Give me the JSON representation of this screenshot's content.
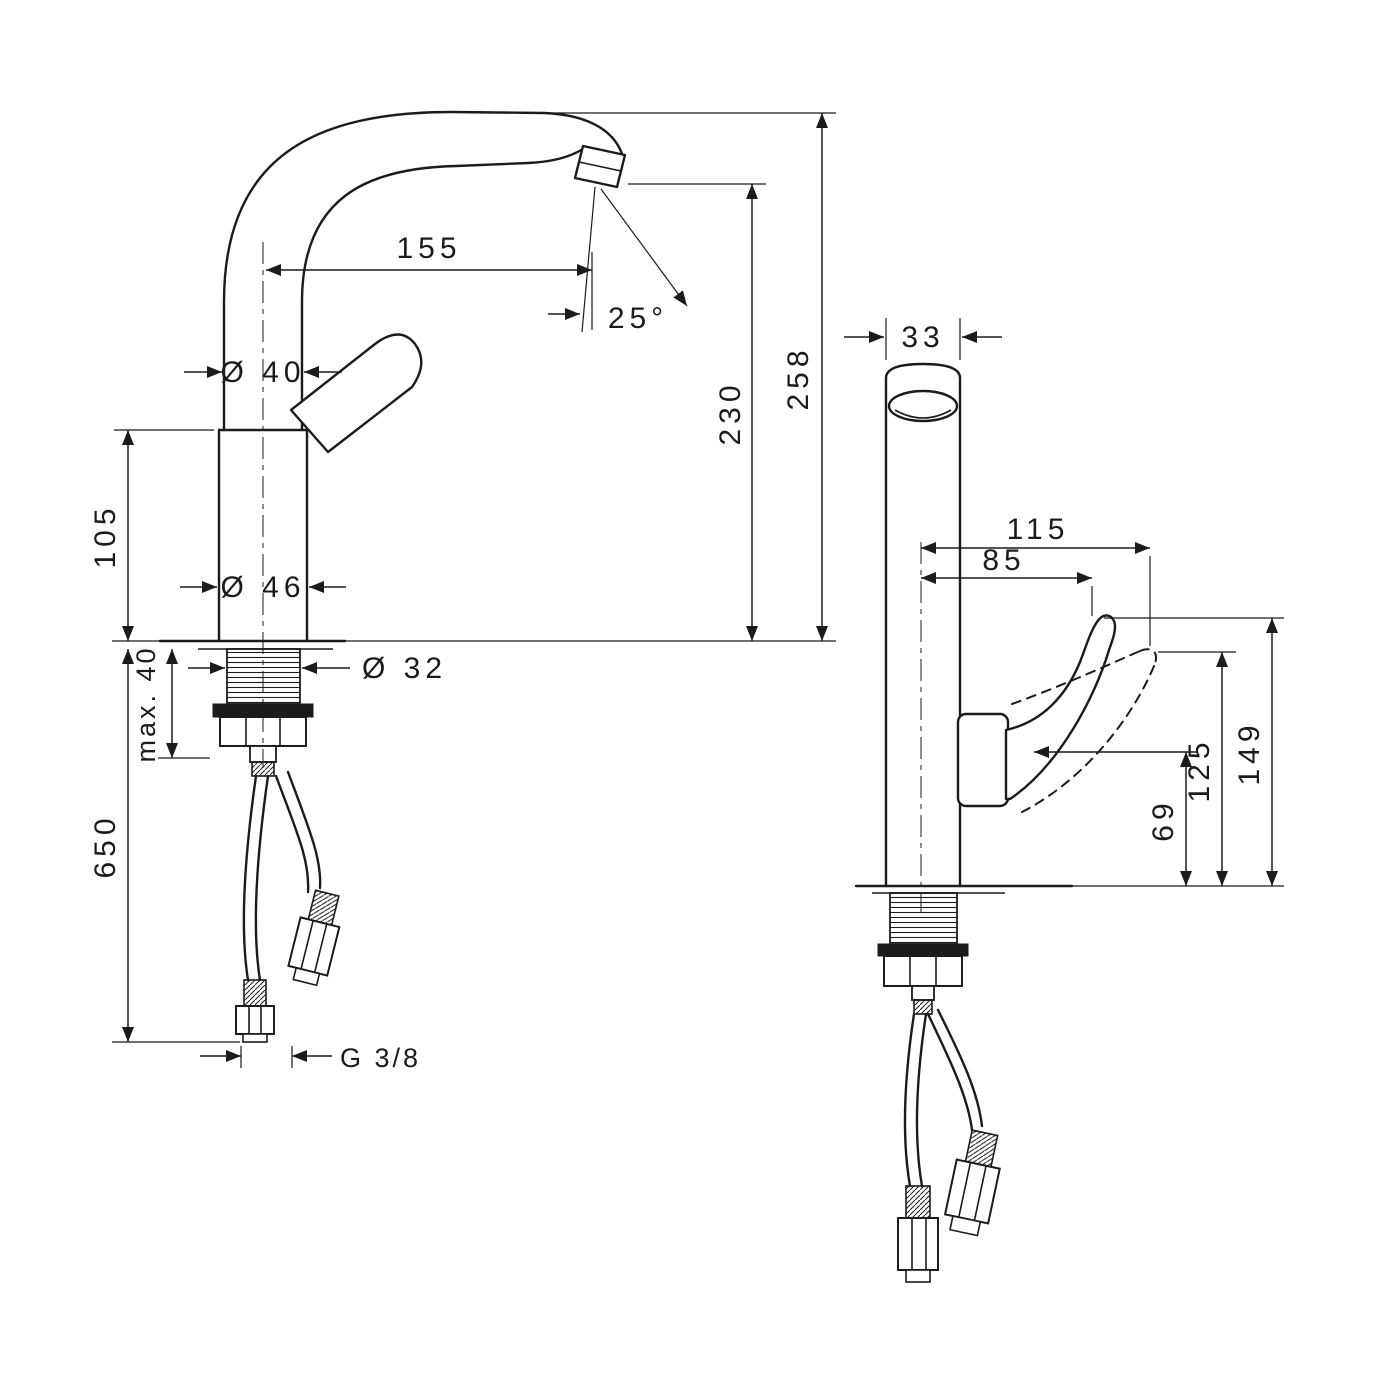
{
  "front_view": {
    "dims": {
      "spout_reach": "155",
      "spout_angle": "25°",
      "spout_height": "230",
      "total_height": "258",
      "spout_diameter": "Ø 40",
      "body_height": "105",
      "body_diameter": "Ø 46",
      "shank_diameter": "Ø 32",
      "max_deck_thickness": "max. 40",
      "hose_length": "650",
      "thread_size": "G 3/8"
    }
  },
  "side_view": {
    "dims": {
      "body_depth": "33",
      "handle_reach_open": "115",
      "handle_reach": "85",
      "handle_tip_height": "149",
      "handle_height": "125",
      "lever_height": "69"
    }
  }
}
